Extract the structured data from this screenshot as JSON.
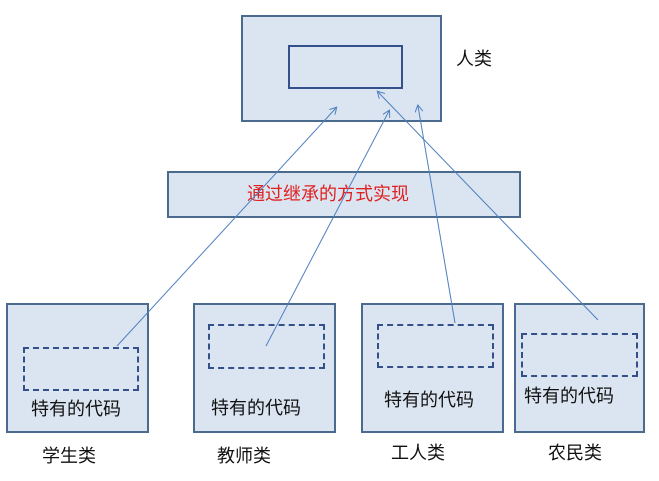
{
  "diagram": {
    "parent": {
      "inner_label": "",
      "caption": "人类"
    },
    "mid_label": "通过继承的方式实现",
    "children": [
      {
        "code_label": "特有的代码",
        "caption": "学生类"
      },
      {
        "code_label": "特有的代码",
        "caption": "教师类"
      },
      {
        "code_label": "特有的代码",
        "caption": "工人类"
      },
      {
        "code_label": "特有的代码",
        "caption": "农民类"
      }
    ],
    "colors": {
      "box_fill": "#dbe5f1",
      "box_border": "#4a6a8e",
      "arrow": "#4f7fc0",
      "mid_text": "#e02020"
    }
  }
}
